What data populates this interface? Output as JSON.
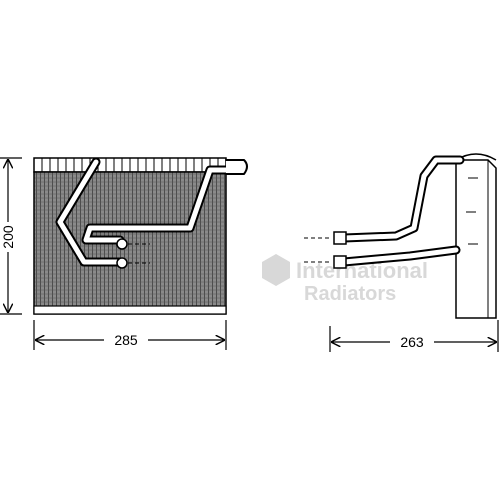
{
  "dimensions": {
    "front_height": "200",
    "front_width": "285",
    "side_depth": "263"
  },
  "watermark": {
    "line1": "International",
    "line2": "Radiators",
    "color": "#d8d8d8"
  },
  "colors": {
    "line": "#000000",
    "core_fill": "#7a7a7a",
    "background": "#ffffff"
  }
}
